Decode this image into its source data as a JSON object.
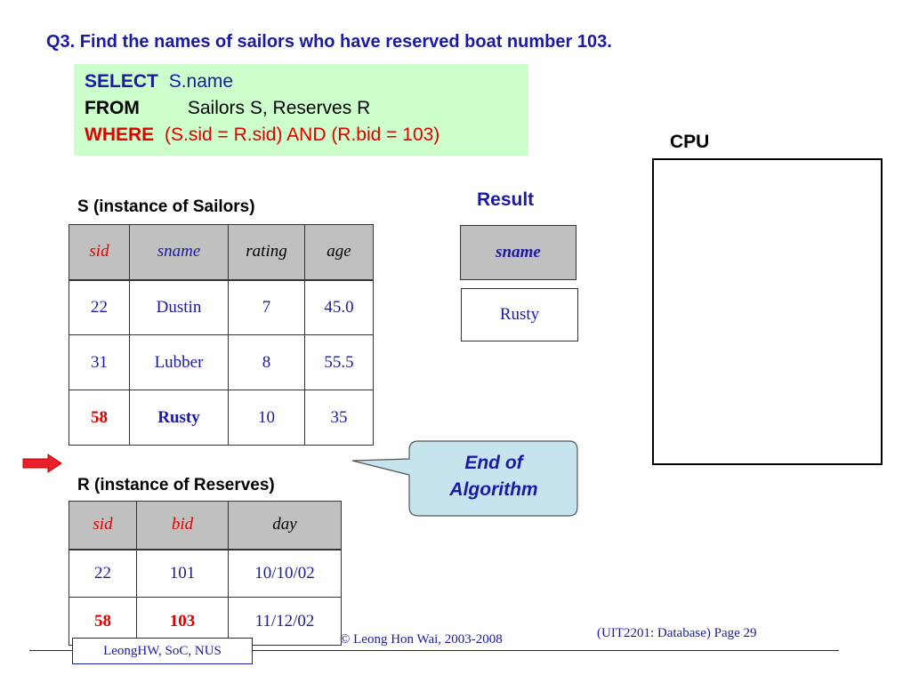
{
  "slide": {
    "title": "Q3. Find the names of sailors who have reserved boat number 103."
  },
  "sql": {
    "select_kw": "SELECT",
    "select_rest": "S.name",
    "from_kw": "FROM",
    "from_rest": "Sailors S, Reserves R",
    "where_kw": "WHERE",
    "where_rest": "(S.sid = R.sid) AND (R.bid = 103)"
  },
  "sailors": {
    "caption": "S (instance of Sailors)",
    "headers": [
      "sid",
      "sname",
      "rating",
      "age"
    ],
    "rows": [
      [
        "22",
        "Dustin",
        "7",
        "45.0"
      ],
      [
        "31",
        "Lubber",
        "8",
        "55.5"
      ],
      [
        "58",
        "Rusty",
        "10",
        "35"
      ]
    ]
  },
  "reserves": {
    "caption": "R (instance of Reserves)",
    "headers": [
      "sid",
      "bid",
      "day"
    ],
    "rows": [
      [
        "22",
        "101",
        "10/10/02"
      ],
      [
        "58",
        "103",
        "11/12/02"
      ]
    ]
  },
  "result": {
    "title": "Result",
    "header": "sname",
    "rows": [
      "Rusty"
    ]
  },
  "cpu": {
    "label": "CPU"
  },
  "callout": {
    "line1": "End of",
    "line2": "Algorithm"
  },
  "footer": {
    "copyright": "© Leong Hon Wai, 2003-2008",
    "page_ref": "(UIT2201: Database) Page 29",
    "author": "LeongHW, SoC, NUS"
  },
  "colors": {
    "accent_blue": "#1a1aa6",
    "highlight_red": "#e00000",
    "sql_bg": "#ccffcc",
    "table_header_bg": "#c0c0c0",
    "callout_bg": "#c6e4ee"
  }
}
